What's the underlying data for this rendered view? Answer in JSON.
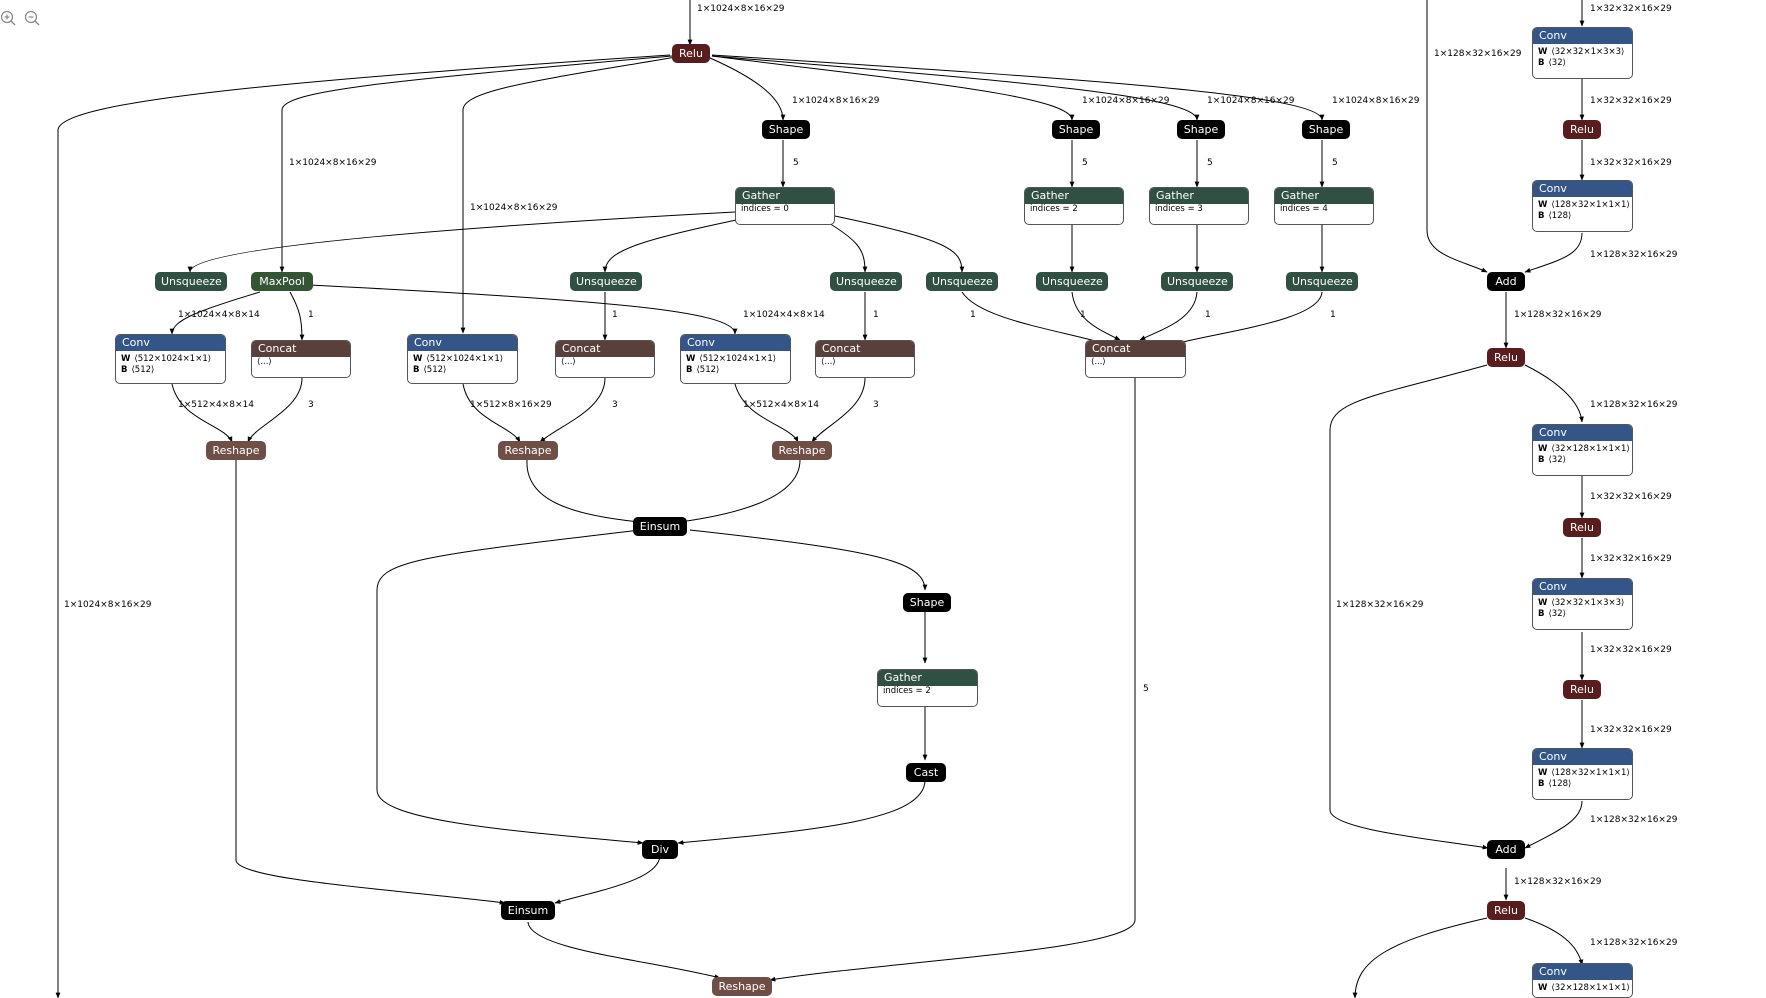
{
  "toolbar": {
    "zoom_in_icon": "zoom-in-icon",
    "zoom_out_icon": "zoom-out-icon"
  },
  "nodes": {
    "relu_top": "Relu",
    "shape1": "Shape",
    "shape2": "Shape",
    "shape3": "Shape",
    "shape4": "Shape",
    "shape5": "Shape",
    "gather1": {
      "title": "Gather",
      "attr": "indices = 0"
    },
    "gather2": {
      "title": "Gather",
      "attr": "indices = 2"
    },
    "gather3": {
      "title": "Gather",
      "attr": "indices = 3"
    },
    "gather4": {
      "title": "Gather",
      "attr": "indices = 4"
    },
    "gather5": {
      "title": "Gather",
      "attr": "indices = 2"
    },
    "unsq1": "Unsqueeze",
    "unsq2": "Unsqueeze",
    "unsq3": "Unsqueeze",
    "unsq4": "Unsqueeze",
    "unsq5": "Unsqueeze",
    "unsq6": "Unsqueeze",
    "unsq7": "Unsqueeze",
    "maxpool": "MaxPool",
    "conv1": {
      "title": "Conv",
      "w_key": "W",
      "w": "⟨512×1024×1×1⟩",
      "b_key": "B",
      "b": "⟨512⟩"
    },
    "conv2": {
      "title": "Conv",
      "w_key": "W",
      "w": "⟨512×1024×1×1⟩",
      "b_key": "B",
      "b": "⟨512⟩"
    },
    "conv3": {
      "title": "Conv",
      "w_key": "W",
      "w": "⟨512×1024×1×1⟩",
      "b_key": "B",
      "b": "⟨512⟩"
    },
    "concat1": {
      "title": "Concat",
      "attr": "⟨...⟩"
    },
    "concat2": {
      "title": "Concat",
      "attr": "⟨...⟩"
    },
    "concat3": {
      "title": "Concat",
      "attr": "⟨...⟩"
    },
    "concat4": {
      "title": "Concat",
      "attr": "⟨...⟩"
    },
    "reshape1": "Reshape",
    "reshape2": "Reshape",
    "reshape3": "Reshape",
    "reshape4": "Reshape",
    "einsum1": "Einsum",
    "einsum2": "Einsum",
    "cast": "Cast",
    "div": "Div",
    "rconv1": {
      "title": "Conv",
      "w_key": "W",
      "w": "⟨32×32×1×3×3⟩",
      "b_key": "B",
      "b": "⟨32⟩"
    },
    "rrelu1": "Relu",
    "rconv2": {
      "title": "Conv",
      "w_key": "W",
      "w": "⟨128×32×1×1×1⟩",
      "b_key": "B",
      "b": "⟨128⟩"
    },
    "radd1": "Add",
    "rrelu2": "Relu",
    "rconv3": {
      "title": "Conv",
      "w_key": "W",
      "w": "⟨32×128×1×1×1⟩",
      "b_key": "B",
      "b": "⟨32⟩"
    },
    "rrelu3": "Relu",
    "rconv4": {
      "title": "Conv",
      "w_key": "W",
      "w": "⟨32×32×1×3×3⟩",
      "b_key": "B",
      "b": "⟨32⟩"
    },
    "rrelu4": "Relu",
    "rconv5": {
      "title": "Conv",
      "w_key": "W",
      "w": "⟨128×32×1×1×1⟩",
      "b_key": "B",
      "b": "⟨128⟩"
    },
    "radd2": "Add",
    "rrelu5": "Relu",
    "rconv6": {
      "title": "Conv",
      "w_key": "W",
      "w": "⟨32×128×1×1×1⟩"
    }
  },
  "edge_labels": {
    "e_top": "1×1024×8×16×29",
    "e_shape1": "1×1024×8×16×29",
    "e_maxpool": "1×1024×8×16×29",
    "e_conv2in": "1×1024×8×16×29",
    "e_s3": "1×1024×8×16×29",
    "e_s4": "1×1024×8×16×29",
    "e_s5": "1×1024×8×16×29",
    "e_left": "1×1024×8×16×29",
    "e_g1": "5",
    "e_g2": "5",
    "e_g3": "5",
    "e_g4": "5",
    "e_pool_conv": "1×1024×4×8×14",
    "e_pool_conv3": "1×1024×4×8×14",
    "e_u1c": "1",
    "e_u2c": "1",
    "e_u3c": "1",
    "e_u4": "1",
    "e_u5": "1",
    "e_u6": "1",
    "e_u7": "1",
    "e_conv1out": "1×512×4×8×14",
    "e_conv2out": "1×512×8×16×29",
    "e_conv3out": "1×512×4×8×14",
    "e_cc1": "3",
    "e_cc2": "3",
    "e_cc3": "3",
    "e_cc4out": "5",
    "r_top": "1×32×32×16×29",
    "r_skip1": "1×128×32×16×29",
    "r_1": "1×32×32×16×29",
    "r_2": "1×32×32×16×29",
    "r_3": "1×128×32×16×29",
    "r_4": "1×128×32×16×29",
    "r_5": "1×128×32×16×29",
    "r_skip2": "1×128×32×16×29",
    "r_6": "1×32×32×16×29",
    "r_7": "1×32×32×16×29",
    "r_8": "1×32×32×16×29",
    "r_9": "1×32×32×16×29",
    "r_10": "1×128×32×16×29",
    "r_11": "1×128×32×16×29",
    "r_12": "1×128×32×16×29"
  }
}
